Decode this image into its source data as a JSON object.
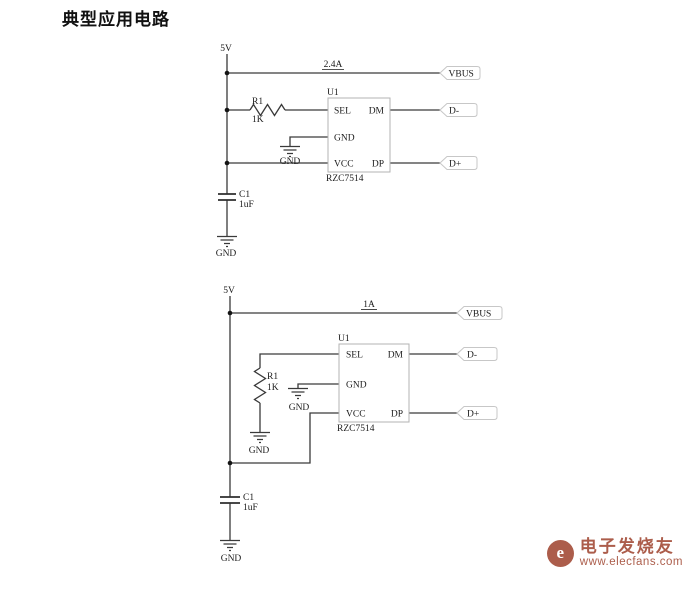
{
  "title": "典型应用电路",
  "watermark": {
    "brand": "电子发烧友",
    "url": "www.elecfans.com",
    "color": "#a5503c"
  },
  "c1": {
    "supply": "5V",
    "current": "2.4A",
    "vbus": "VBUS",
    "r_ref": "R1",
    "r_val": "1K",
    "u_ref": "U1",
    "u_part": "RZC7514",
    "pin_sel": "SEL",
    "pin_gnd": "GND",
    "pin_vcc": "VCC",
    "pin_dm": "DM",
    "pin_dp": "DP",
    "chip_gnd": "GND",
    "d_minus": "D-",
    "d_plus": "D+",
    "c_ref": "C1",
    "c_val": "1uF",
    "bottom_gnd": "GND"
  },
  "c2": {
    "supply": "5V",
    "current": "1A",
    "vbus": "VBUS",
    "r_ref": "R1",
    "r_val": "1K",
    "r_gnd": "GND",
    "u_ref": "U1",
    "u_part": "RZC7514",
    "pin_sel": "SEL",
    "pin_gnd": "GND",
    "pin_vcc": "VCC",
    "pin_dm": "DM",
    "pin_dp": "DP",
    "chip_gnd": "GND",
    "d_minus": "D-",
    "d_plus": "D+",
    "c_ref": "C1",
    "c_val": "1uF",
    "bottom_gnd": "GND"
  }
}
